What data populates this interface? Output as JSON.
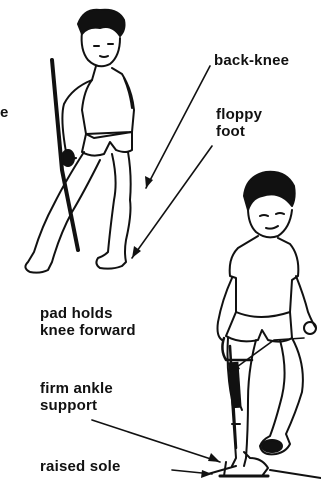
{
  "labels": {
    "back_knee": "back-knee",
    "floppy_foot": [
      "floppy",
      "foot"
    ],
    "pad_holds": [
      "pad holds",
      "knee forward"
    ],
    "firm_ankle": [
      "firm ankle",
      "support"
    ],
    "raised_sole": "raised sole",
    "cut_edge": "e"
  },
  "colors": {
    "ink": "#111111",
    "paper": "#ffffff"
  }
}
